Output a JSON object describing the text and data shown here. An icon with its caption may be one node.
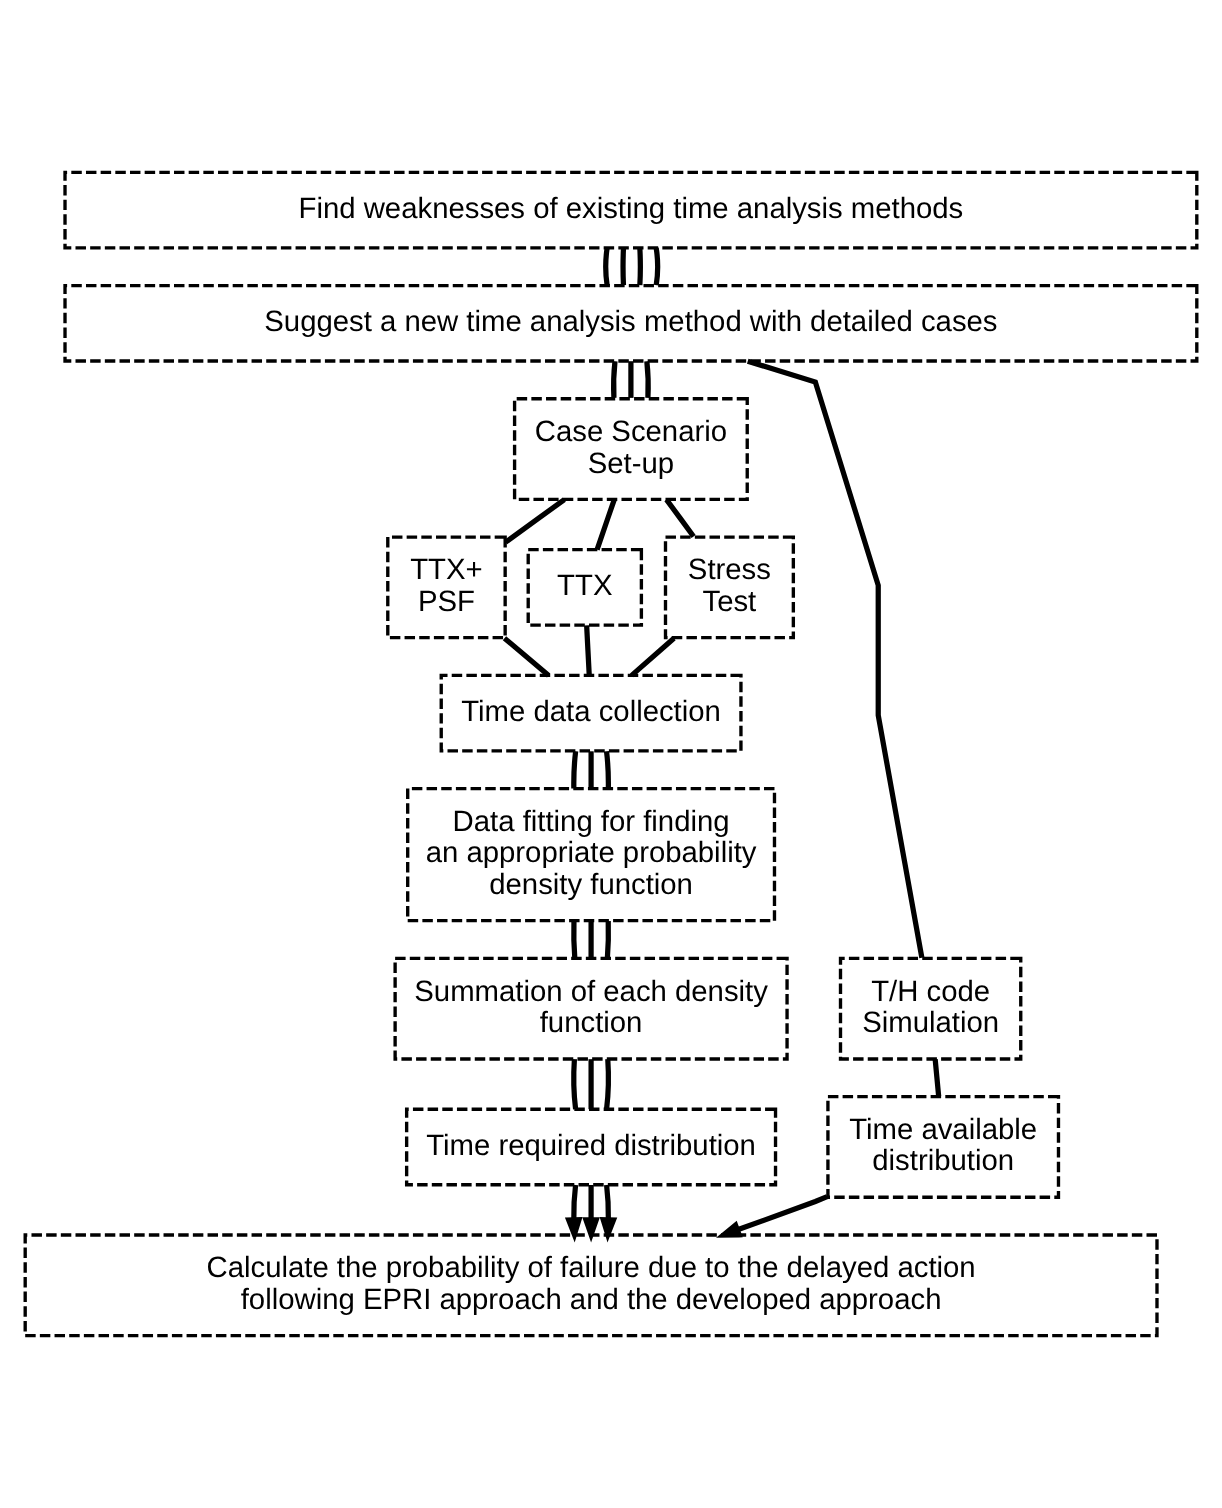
{
  "diagram": {
    "nodes": [
      {
        "text": [
          "Find weaknesses of existing time analysis methods"
        ]
      },
      {
        "text": [
          "Suggest a new time analysis method with detailed cases"
        ]
      },
      {
        "text": [
          "Case Scenario Set-up"
        ]
      },
      {
        "text": [
          "TTX+ PSF"
        ]
      },
      {
        "text": [
          "TTX"
        ]
      },
      {
        "text": [
          "Stress Test"
        ]
      },
      {
        "text": [
          "Time data collection"
        ]
      },
      {
        "text": [
          "Data fitting for finding an appropriate probability density function"
        ]
      },
      {
        "text": [
          "Summation of each density function"
        ]
      },
      {
        "text": [
          "Time required distribution"
        ]
      },
      {
        "text": [
          "T/H code Simulation"
        ]
      },
      {
        "text": [
          "Time available distribution"
        ]
      },
      {
        "text": [
          "Calculate the probability of failure due to the delayed action following EPRI approach and the developed approach"
        ]
      }
    ],
    "edges": [
      {
        "from": 0,
        "to": 1,
        "arrow": "none"
      },
      {
        "from": 0,
        "to": 1,
        "arrow": "none"
      },
      {
        "from": 0,
        "to": 1,
        "arrow": "none"
      },
      {
        "from": 0,
        "to": 1,
        "arrow": "none"
      },
      {
        "from": 1,
        "to": 2,
        "arrow": "none"
      },
      {
        "from": 1,
        "to": 2,
        "arrow": "none"
      },
      {
        "from": 1,
        "to": 2,
        "arrow": "none"
      },
      {
        "from": 1,
        "to": 10,
        "arrow": "none"
      },
      {
        "from": 2,
        "to": 3,
        "arrow": "none"
      },
      {
        "from": 2,
        "to": 4,
        "arrow": "none"
      },
      {
        "from": 2,
        "to": 5,
        "arrow": "none"
      },
      {
        "from": 3,
        "to": 6,
        "arrow": "none"
      },
      {
        "from": 4,
        "to": 6,
        "arrow": "none"
      },
      {
        "from": 5,
        "to": 6,
        "arrow": "none"
      },
      {
        "from": 6,
        "to": 7,
        "arrow": "none"
      },
      {
        "from": 6,
        "to": 7,
        "arrow": "none"
      },
      {
        "from": 6,
        "to": 7,
        "arrow": "none"
      },
      {
        "from": 7,
        "to": 8,
        "arrow": "none"
      },
      {
        "from": 7,
        "to": 8,
        "arrow": "none"
      },
      {
        "from": 7,
        "to": 8,
        "arrow": "none"
      },
      {
        "from": 8,
        "to": 9,
        "arrow": "none"
      },
      {
        "from": 8,
        "to": 9,
        "arrow": "none"
      },
      {
        "from": 8,
        "to": 9,
        "arrow": "none"
      },
      {
        "from": 10,
        "to": 11,
        "arrow": "none"
      },
      {
        "from": 9,
        "to": 12,
        "arrow": "to"
      },
      {
        "from": 9,
        "to": 12,
        "arrow": "to"
      },
      {
        "from": 9,
        "to": 12,
        "arrow": "to"
      },
      {
        "from": 11,
        "to": 12,
        "arrow": "to"
      }
    ]
  }
}
